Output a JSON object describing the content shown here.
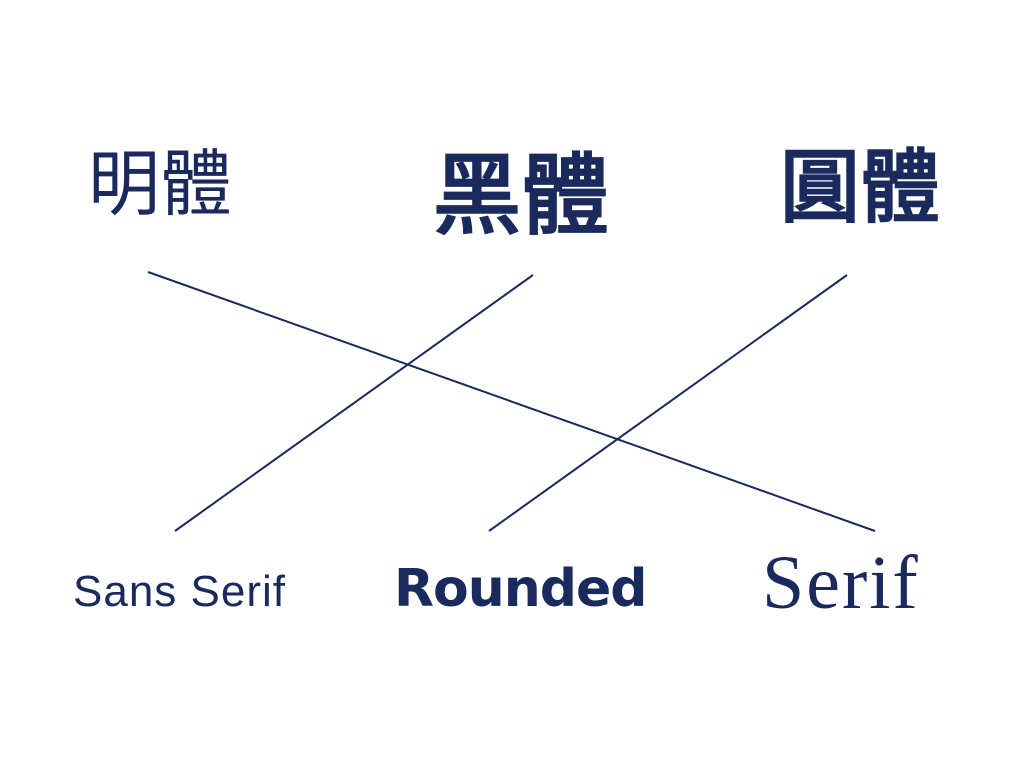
{
  "colors": {
    "ink": "#1b2a5c"
  },
  "top_labels": [
    "明體",
    "黑體",
    "圓體"
  ],
  "bottom_labels": [
    "Sans Serif",
    "Rounded",
    "Serif"
  ],
  "matches": [
    {
      "from": "明體",
      "to": "Serif"
    },
    {
      "from": "黑體",
      "to": "Sans Serif"
    },
    {
      "from": "圓體",
      "to": "Rounded"
    }
  ]
}
